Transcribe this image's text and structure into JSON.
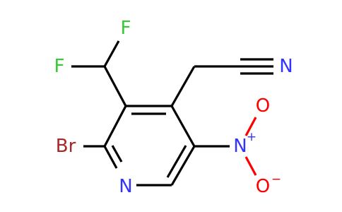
{
  "molecule": {
    "atoms": {
      "br": "Br",
      "n_ring": "N",
      "f_top": "F",
      "f_left": "F",
      "n_nitrile": "N",
      "n_nitro": "N",
      "o_top": "O",
      "o_bottom": "O"
    },
    "charges": {
      "nitro_n": "+",
      "nitro_o": "−"
    }
  },
  "colors": {
    "carbon": "#000000",
    "nitrogen": "#3333ff",
    "oxygen": "#ff0000",
    "fluorine": "#33cc33",
    "bromine": "#a62929"
  }
}
